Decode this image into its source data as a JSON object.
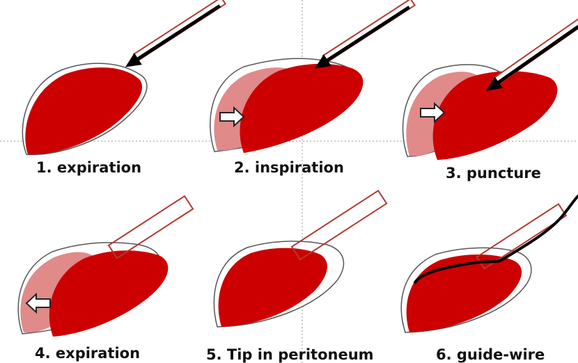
{
  "figure": {
    "panels": [
      {
        "id": "p1",
        "caption": "1. expiration"
      },
      {
        "id": "p2",
        "caption": "2. inspiration"
      },
      {
        "id": "p3",
        "caption": "3. puncture"
      },
      {
        "id": "p4",
        "caption": "4. expiration"
      },
      {
        "id": "p5",
        "caption": "5. Tip in peritoneum"
      },
      {
        "id": "p6",
        "caption": "6. guide-wire"
      }
    ],
    "colors": {
      "liver": "#cc0000",
      "liver_shifted": "#e08a8a",
      "outline": "#555555",
      "needle": "#b03a30",
      "arrow": "#000000"
    }
  }
}
